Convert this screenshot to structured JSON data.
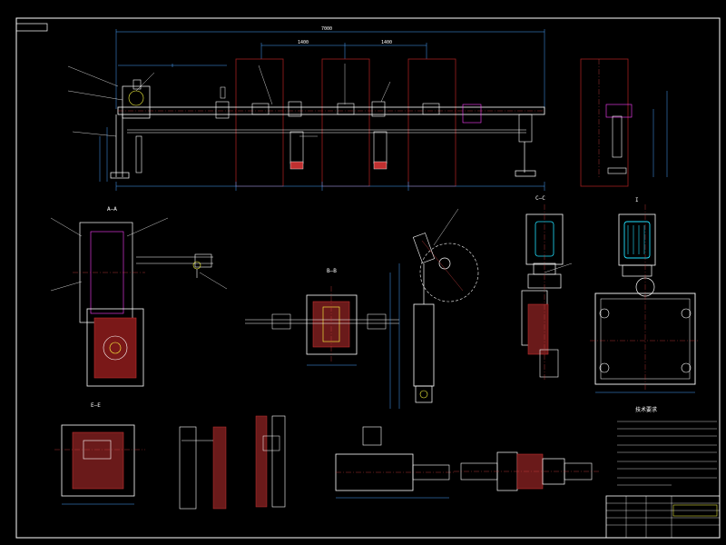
{
  "drawing": {
    "background": "#000000",
    "colors": {
      "frame": "#ffffff",
      "outline": "#ffffff",
      "dimension": "#4aa3ff",
      "center": "#d04040",
      "red_box": "#a02020",
      "hatch": "#c03030",
      "magenta": "#ff40ff",
      "cyan": "#20e0ff",
      "yellow": "#ffff40",
      "green": "#40ff60"
    },
    "dimensions": {
      "overall_length": "7000",
      "span_left": "1400",
      "span_right": "1400"
    },
    "sections": {
      "a_a": "A—A",
      "b_b": "B—B",
      "c_c": "C—C",
      "e_e": "E—E",
      "i": "I"
    },
    "tech_requirements_heading": "技术要求"
  }
}
